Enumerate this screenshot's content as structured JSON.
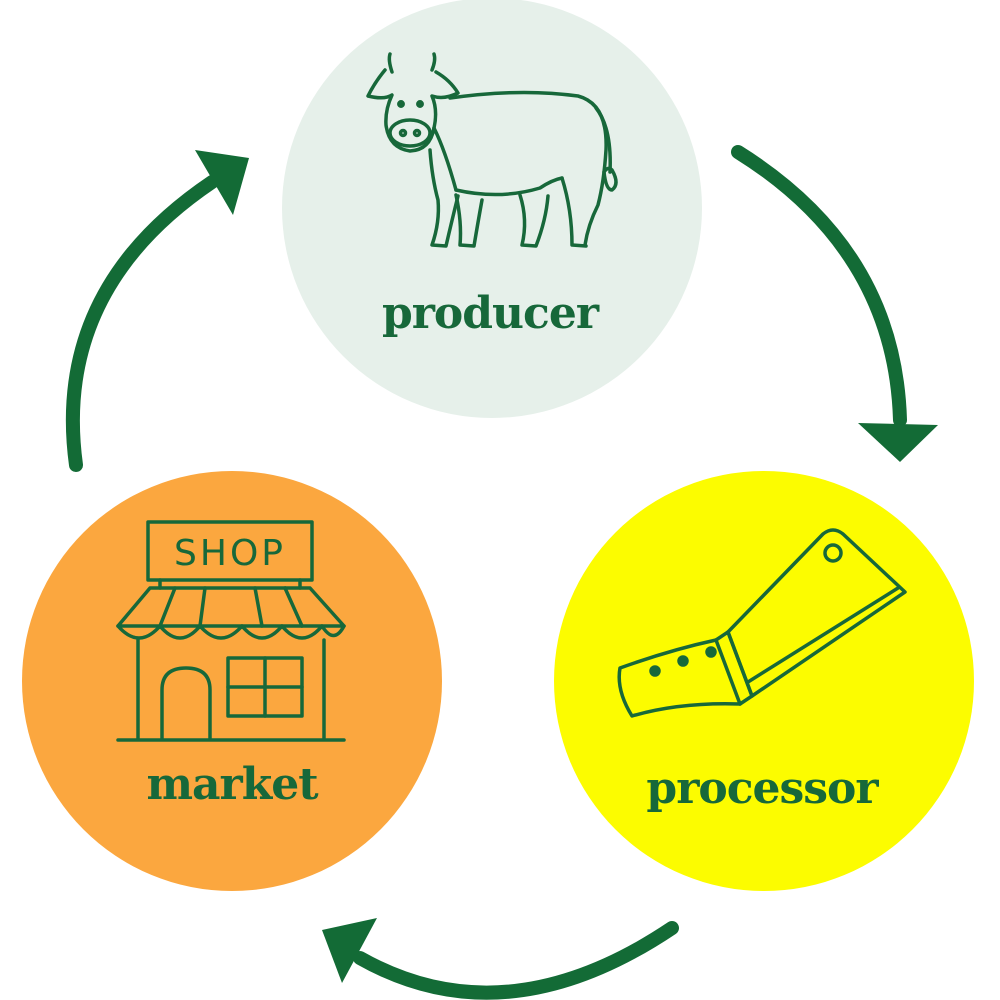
{
  "colors": {
    "ink": "#17683a",
    "arrow": "#136b36",
    "producer_bg": "#e6f0ea",
    "processor_bg": "#fcfc00",
    "market_bg": "#fba73f",
    "background": "#ffffff"
  },
  "nodes": [
    {
      "id": "producer",
      "label": "producer",
      "icon": "cow-icon"
    },
    {
      "id": "processor",
      "label": "processor",
      "icon": "cleaver-icon"
    },
    {
      "id": "market",
      "label": "market",
      "icon": "shop-icon",
      "sign_text": "SHOP"
    }
  ],
  "flow": [
    {
      "from": "producer",
      "to": "processor"
    },
    {
      "from": "processor",
      "to": "market"
    },
    {
      "from": "market",
      "to": "producer"
    }
  ]
}
